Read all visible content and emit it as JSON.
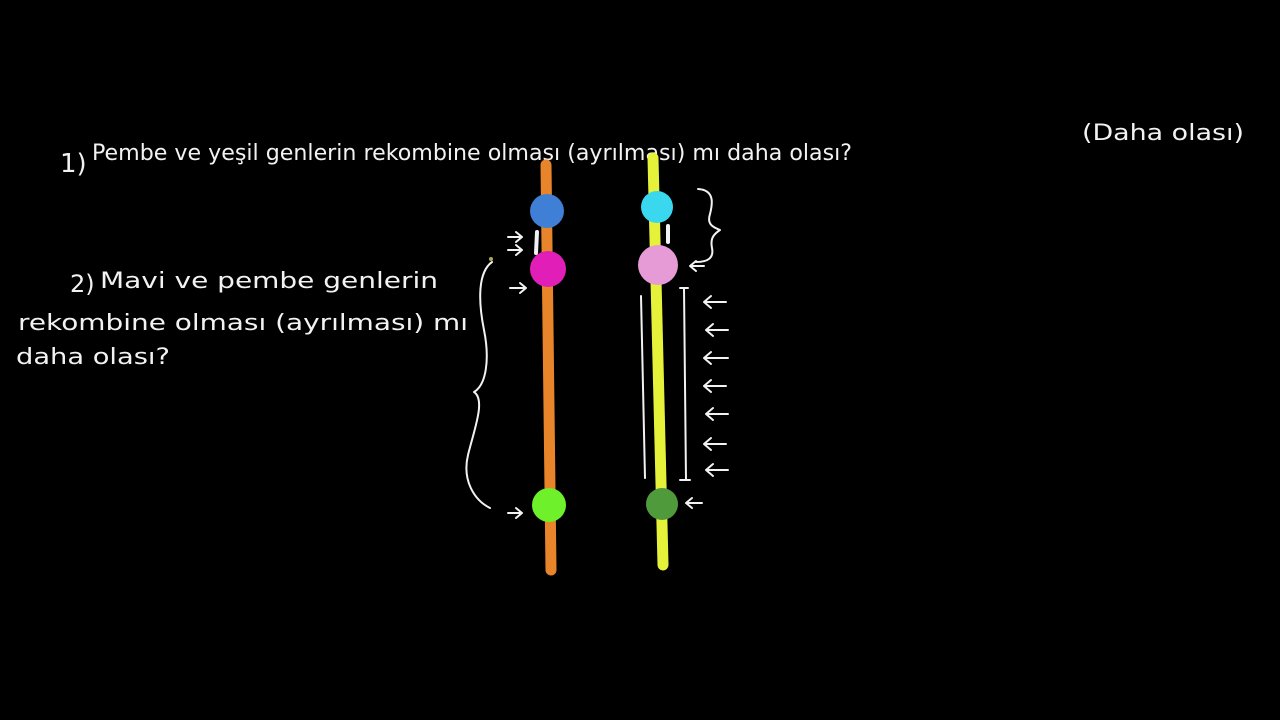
{
  "question1": {
    "number": "1)",
    "text": "Pembe ve yeşil genlerin rekombine olması (ayrılması) mı daha olası?",
    "answer": "(Daha olası)"
  },
  "question2": {
    "number": "2)",
    "line1": "Mavi ve pembe genlerin",
    "line2": "rekombine olması (ayrılması) mı",
    "line3": "daha olası?"
  },
  "colors": {
    "background": "#000000",
    "ink": "#f2f2f2",
    "chromosome_left": "#e8852a",
    "chromosome_right": "#e6f23a",
    "gene_blue": "#3f7fd6",
    "gene_magenta": "#e11fb8",
    "gene_green_bright": "#6ef02a",
    "gene_cyan": "#39d8ee",
    "gene_pink_light": "#e69ad6",
    "gene_green_dark": "#4f9a3a"
  }
}
